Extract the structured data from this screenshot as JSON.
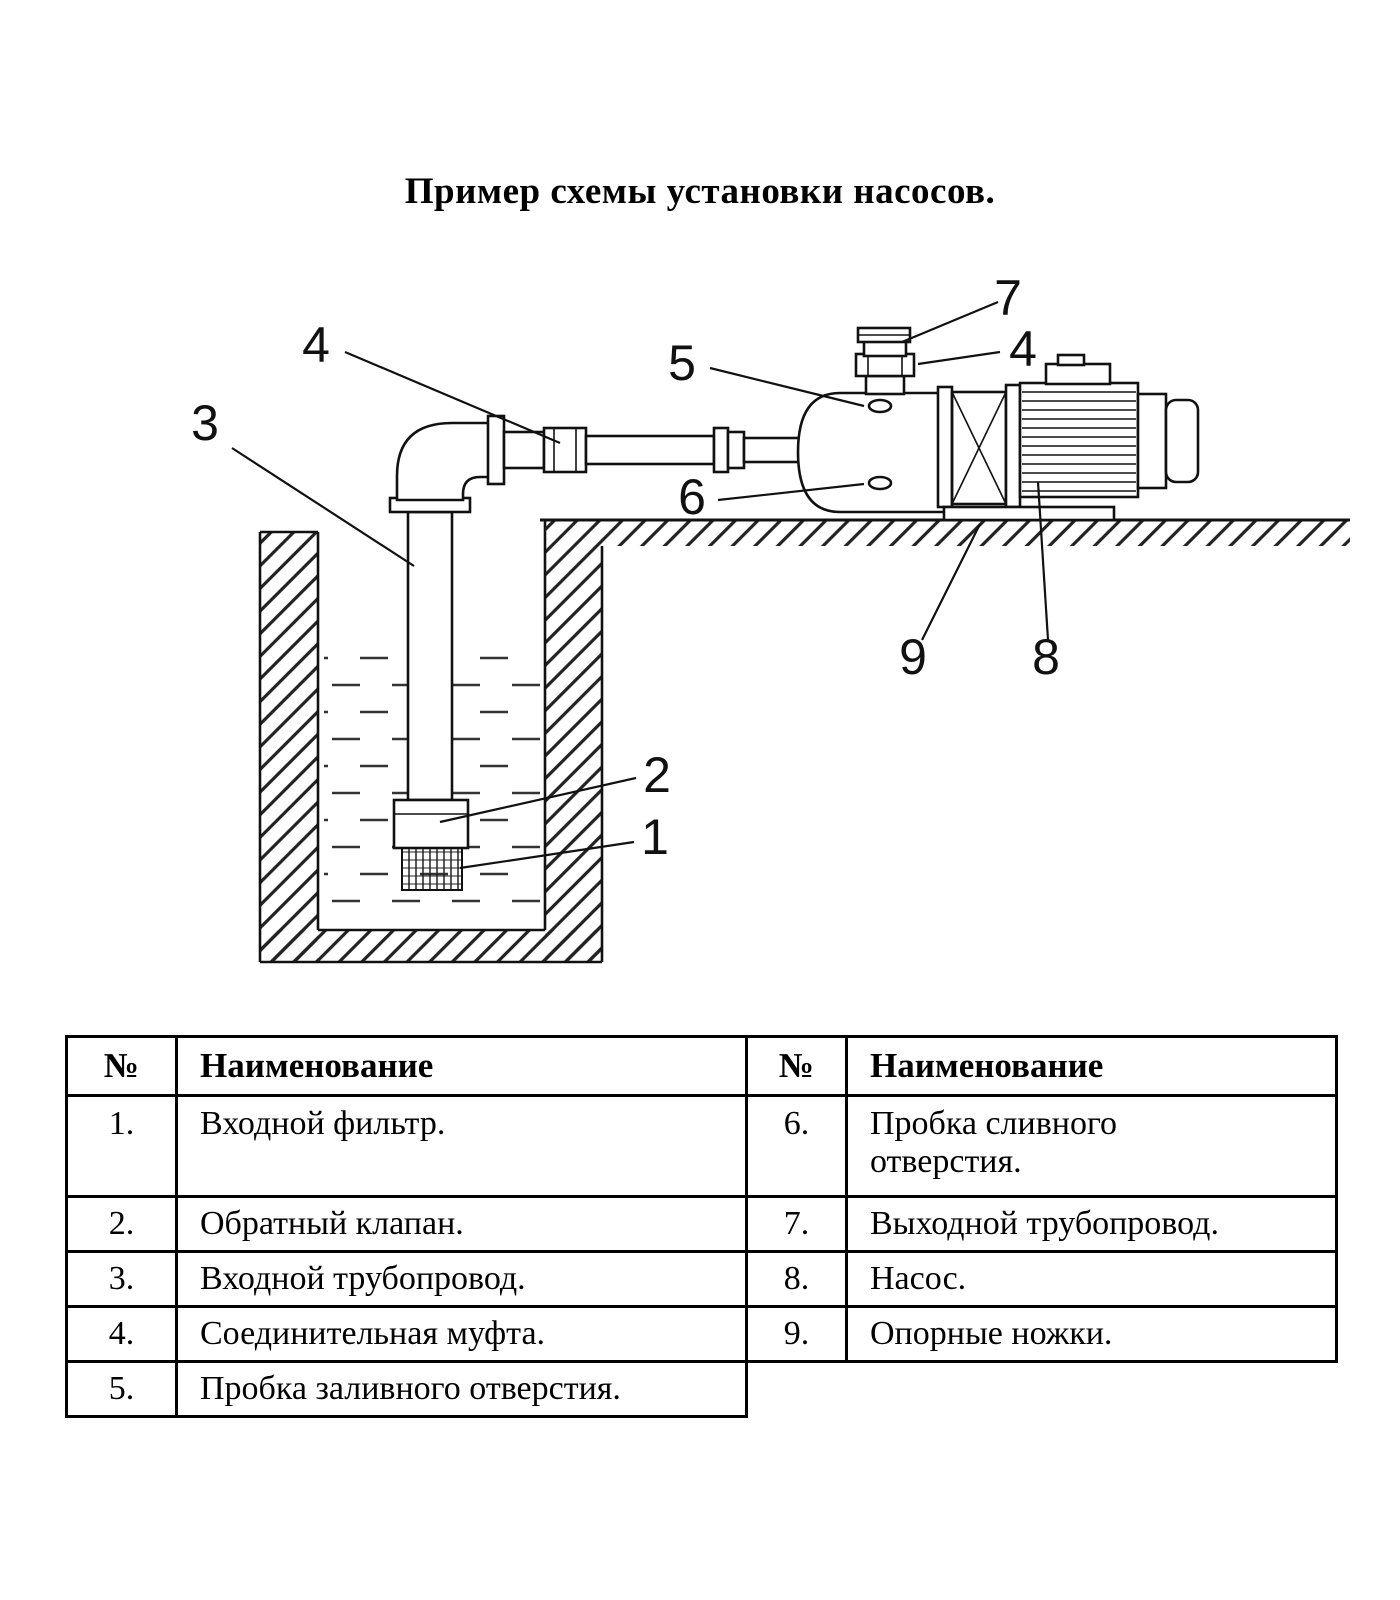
{
  "title": "Пример схемы установки насосов.",
  "diagram": {
    "callouts": {
      "inlet_filter": "1",
      "check_valve": "2",
      "inlet_pipe": "3",
      "coupling_left": "4",
      "coupling_right": "4",
      "filler_plug": "5",
      "drain_plug": "6",
      "outlet_pipe": "7",
      "pump": "8",
      "support_feet": "9"
    }
  },
  "table": {
    "header": {
      "num": "№",
      "name": "Наименование"
    },
    "left_rows": [
      {
        "num": "1.",
        "name": "Входной фильтр."
      },
      {
        "num": "2.",
        "name": "Обратный клапан."
      },
      {
        "num": "3.",
        "name": "Входной трубопровод."
      },
      {
        "num": "4.",
        "name": "Соединительная муфта."
      },
      {
        "num": "5.",
        "name": "Пробка заливного отверстия."
      }
    ],
    "right_rows": [
      {
        "num": "6.",
        "name": "Пробка сливного отверстия."
      },
      {
        "num": "7.",
        "name": "Выходной трубопровод."
      },
      {
        "num": "8.",
        "name": "Насос."
      },
      {
        "num": "9.",
        "name": "Опорные ножки."
      }
    ]
  }
}
